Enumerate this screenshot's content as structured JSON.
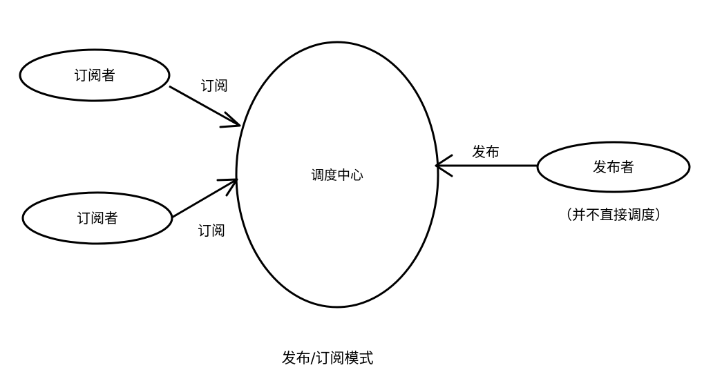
{
  "diagram": {
    "center": {
      "label": "调度中心"
    },
    "subscribers": [
      {
        "label": "订阅者"
      },
      {
        "label": "订阅者"
      }
    ],
    "publisher": {
      "label": "发布者",
      "note": "（并不直接调度）"
    },
    "edges": [
      {
        "label": "订阅"
      },
      {
        "label": "订阅"
      },
      {
        "label": "发布"
      }
    ],
    "caption": "发布/订阅模式"
  }
}
